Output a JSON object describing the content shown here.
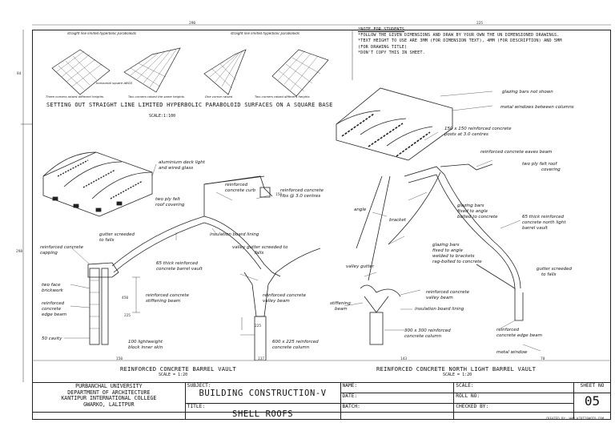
{
  "note": {
    "heading": "*NOTE FOR STUDENTS",
    "lines": [
      "*FOLLOW THE GIVEN DIMENSIONS AND DRAW BY YOUR OWN THE UN DIMENSIONED DRAWINGS.",
      "*TEXT HEIGHT TO USE ARE 3MM (FOR DIMENSION TEXT), 4MM (FOR DESCRIPTION) AND 5MM",
      "(FOR DRAWING TITLE)",
      "*DON'T COPY THIS IN SHEET."
    ]
  },
  "dimensions": {
    "top_left": "290",
    "top_right": "225",
    "left_upper": "84",
    "left_lower": "298",
    "bottom_1": "150",
    "bottom_2": "137",
    "bottom_3": "143",
    "bottom_4": "70"
  },
  "hypar": {
    "title": "SETTING OUT STRAIGHT LINE LIMITED HYPERBOLIC PARABOLOID SURFACES ON A SQUARE BASE",
    "scale": "SCALE:1:100",
    "caption_1": "straight line limited hyperbolic paraboloids",
    "caption_2": "straight line limited hyperbolic paraboloids",
    "sub_1": "Three corners raised different heights",
    "sub_2": "horizontal square ABCD",
    "sub_3": "Two corners raised the same heights",
    "sub_4": "One corner raised",
    "sub_5": "Two corners raised different heights"
  },
  "barrel": {
    "caption": "REINFORCED CONCRETE BARREL VAULT",
    "scale": "SCALE = 1:20",
    "labels": {
      "l1": "aluminium deck light",
      "l2": "and wired glass",
      "l3": "reinforced",
      "l4": "concrete curb",
      "l5": "two ply felt",
      "l6": "roof covering",
      "l7": "reinforced concrete",
      "l8": "ribs @ 3.0 centres",
      "l9": "insulation board lining",
      "l10": "gutter screeded",
      "l11": "to falls",
      "l12": "reinforced concrete",
      "l13": "capping",
      "l14": "valley gutter screeded to",
      "l15": "falls",
      "l16": "65 thick reinforced",
      "l17": "concrete barrel vault",
      "l18": "two face",
      "l19": "brickwork",
      "l20": "reinforced",
      "l21": "concrete",
      "l22": "edge beam",
      "l23": "reinforced concrete",
      "l24": "stiffening beam",
      "l25": "reinforced concrete",
      "l26": "valley beam",
      "l27": "50 cavity",
      "l28": "100 lightweight",
      "l29": "block inner skin",
      "l30": "600 x 225 reinforced",
      "l31": "concrete column",
      "d150": "150",
      "d450": "450",
      "d225": "225",
      "d225b": "225"
    }
  },
  "northlight": {
    "caption": "REINFORCED CONCRETE NORTH LIGHT BARREL VAULT",
    "scale": "SCALE = 1:20",
    "labels": {
      "n1": "glazing bars not shown",
      "n2": "metal windows between columns",
      "n3": "150 x 150 reinforced concrete",
      "n4": "posts at 3.0 centres",
      "n5": "reinforced concrete eaves beam",
      "n6": "two ply felt roof",
      "n7": "covering",
      "n8": "glazing bars",
      "n9": "fixed to angle",
      "n10": "bolted to concrete",
      "n11": "angle",
      "n12": "bracket",
      "n13": "65 thick reinforced",
      "n14": "concrete north light",
      "n15": "barrel vault",
      "n16": "glazing bars",
      "n17": "fixed to angle",
      "n18": "welded to brackets",
      "n19": "rag-bolted to concrete",
      "n20": "valley gutter",
      "n21": "gutter screeded",
      "n22": "to falls",
      "n23": "reinforced concrete",
      "n24": "valley beam",
      "n25": "stiffening",
      "n26": "beam",
      "n27": "insulation board lining",
      "n28": "300 x 300 reinforced",
      "n29": "concrete column",
      "n30": "reinforced",
      "n31": "concrete edge beam",
      "n32": "metal window"
    }
  },
  "title_block": {
    "org_1": "PURBANCHAL UNIVERSITY",
    "org_2": "DEPARTMENT OF ARCHITECTURE",
    "org_3": "KANTIPUR INTERNATIONAL COLLEGE",
    "org_4": "GWARKO, LALITPUR",
    "subject_label": "SUBJECT:",
    "subject": "BUILDING CONSTRUCTION-V",
    "title_label": "TITLE:",
    "title": "SHELL ROOFS",
    "name_label": "NAME:",
    "date_label": "DATE:",
    "batch_label": "BATCH:",
    "scale_label": "SCALE:",
    "roll_label": "ROLL NO:",
    "checked_label": "CHECKED BY:",
    "sheet_label": "SHEET NO",
    "sheet_no": "05"
  },
  "footer": "CREATED BY: WWW.KIRTIPHOTO.COM"
}
